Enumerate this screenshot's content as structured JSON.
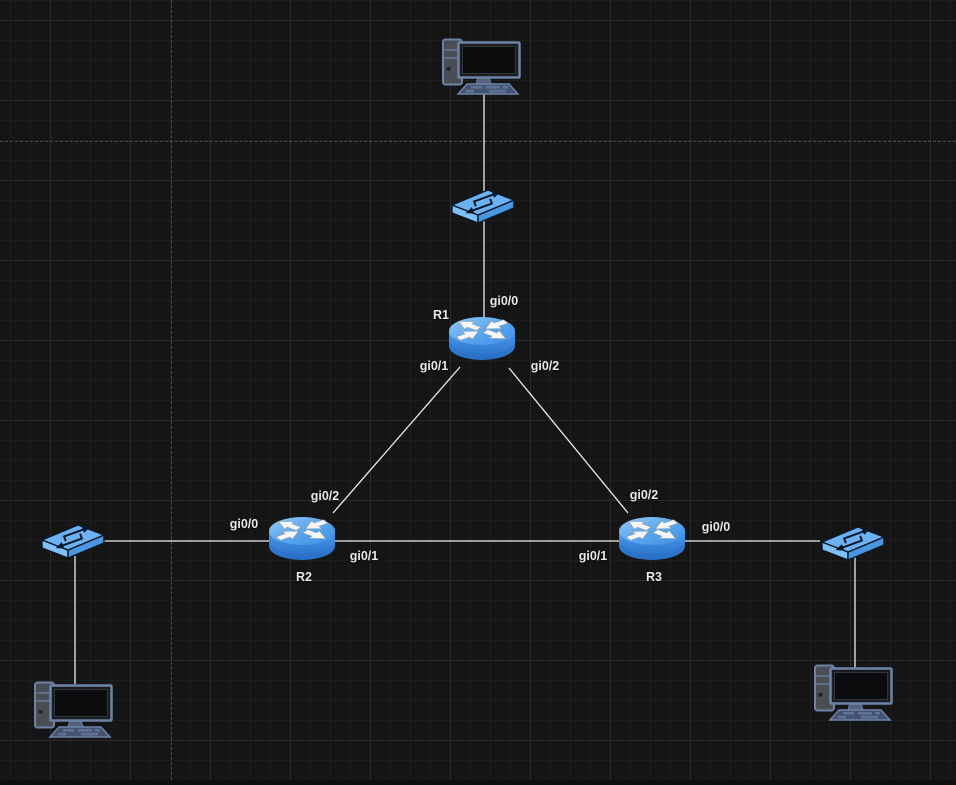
{
  "canvas": {
    "colors": {
      "background": "#151515",
      "grid_minor": "#1d1d1d",
      "grid_major": "#2a2a2a",
      "page_guide_dashed": "#5c5c5c",
      "link_line": "#ededed",
      "label_text": "#e8e8e8",
      "switch_blue": "#6cb2f2",
      "router_blue": "#3f90e4",
      "pc_outline_slate": "#6d83a8"
    }
  },
  "nodes": {
    "r1": {
      "name": "R1",
      "type": "router",
      "ports": {
        "top": "gi0/0",
        "left": "gi0/1",
        "right": "gi0/2"
      }
    },
    "r2": {
      "name": "R2",
      "type": "router",
      "ports": {
        "top": "gi0/2",
        "left": "gi0/0",
        "right": "gi0/1"
      }
    },
    "r3": {
      "name": "R3",
      "type": "router",
      "ports": {
        "top": "gi0/2",
        "left": "gi0/1",
        "right": "gi0/0"
      }
    },
    "switch_top": {
      "type": "switch"
    },
    "switch_left": {
      "type": "switch"
    },
    "switch_right": {
      "type": "switch"
    },
    "pc_top": {
      "type": "pc"
    },
    "pc_bottom_left": {
      "type": "pc"
    },
    "pc_bottom_right": {
      "type": "pc"
    }
  },
  "links": [
    {
      "from": "pc_top",
      "to": "switch_top"
    },
    {
      "from": "switch_top",
      "to": "r1",
      "to_port": "gi0/0"
    },
    {
      "from": "r1",
      "from_port": "gi0/1",
      "to": "r2",
      "to_port": "gi0/2"
    },
    {
      "from": "r1",
      "from_port": "gi0/2",
      "to": "r3",
      "to_port": "gi0/2"
    },
    {
      "from": "r2",
      "from_port": "gi0/1",
      "to": "r3",
      "to_port": "gi0/1"
    },
    {
      "from": "switch_left",
      "to": "r2",
      "to_port": "gi0/0"
    },
    {
      "from": "switch_right",
      "to": "r3",
      "to_port": "gi0/0"
    },
    {
      "from": "switch_left",
      "to": "pc_bottom_left"
    },
    {
      "from": "switch_right",
      "to": "pc_bottom_right"
    }
  ],
  "icons": {
    "router": "router-icon",
    "switch": "switch-icon",
    "pc": "desktop-pc-icon"
  }
}
